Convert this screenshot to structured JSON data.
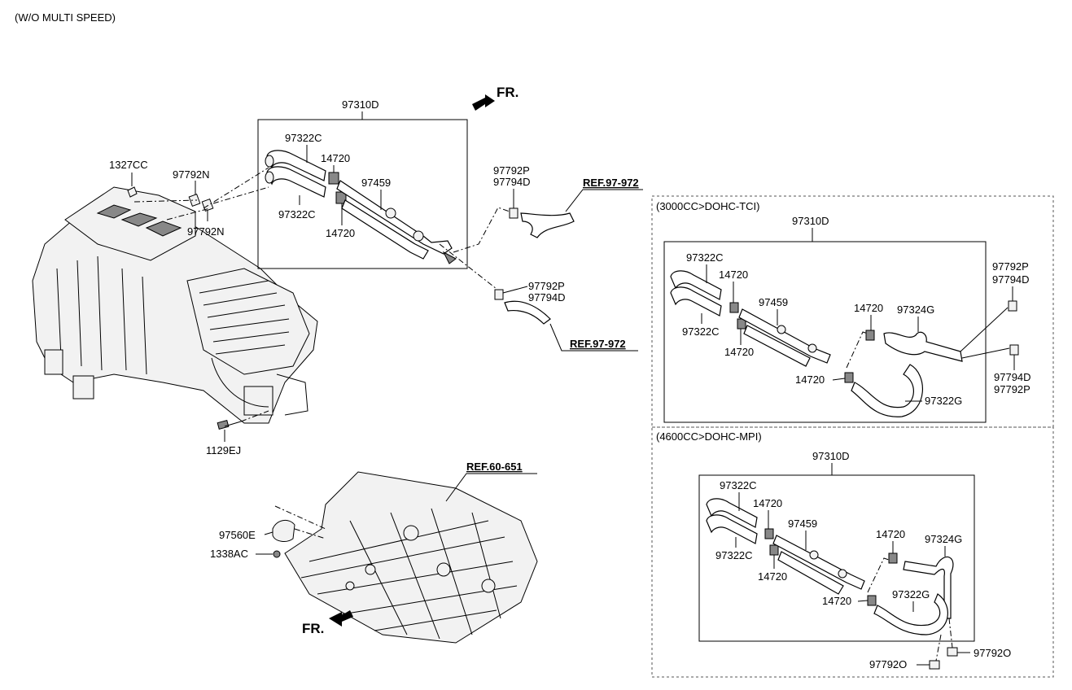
{
  "header": {
    "note": "(W/O MULTI SPEED)"
  },
  "main_group": {
    "box_label": "97310D",
    "labels": {
      "hose_upper": "97322C",
      "hose_lower": "97322C",
      "clamp_upper": "14720",
      "clamp_lower": "14720",
      "pipe": "97459"
    }
  },
  "left_parts": {
    "nut": "1327CC",
    "clip_upper": "97792N",
    "clip_lower": "97792N",
    "bolt": "1129EJ"
  },
  "right_connectors": {
    "upper_clip": "97792P",
    "upper_clamp": "97794D",
    "upper_ref": "REF.97-972",
    "lower_clip": "97792P",
    "lower_clamp": "97794D",
    "lower_ref": "REF.97-972"
  },
  "fr_top": "FR.",
  "floor": {
    "ref": "REF.60-651",
    "seal": "97560E",
    "nut": "1338AC",
    "fr": "FR."
  },
  "variant_tci": {
    "title": "(3000CC>DOHC-TCI)",
    "box_label": "97310D",
    "labels": {
      "hose_upper": "97322C",
      "hose_lower": "97322C",
      "clamp_upper": "14720",
      "clamp_lower": "14720",
      "pipe": "97459",
      "clamp_mid": "14720",
      "hose_324": "97324G",
      "clamp_bottom": "14720",
      "hose_322g": "97322G",
      "clip_top": "97792P",
      "clamp_top": "97794D",
      "clamp_right": "97794D",
      "clip_right": "97792P"
    }
  },
  "variant_mpi": {
    "title": "(4600CC>DOHC-MPI)",
    "box_label": "97310D",
    "labels": {
      "hose_upper": "97322C",
      "hose_lower": "97322C",
      "clamp_upper": "14720",
      "clamp_lower": "14720",
      "pipe": "97459",
      "clamp_mid": "14720",
      "hose_324": "97324G",
      "clamp_bottom": "14720",
      "hose_322g": "97322G",
      "clip_left": "97792O",
      "clip_right": "97792O"
    }
  }
}
